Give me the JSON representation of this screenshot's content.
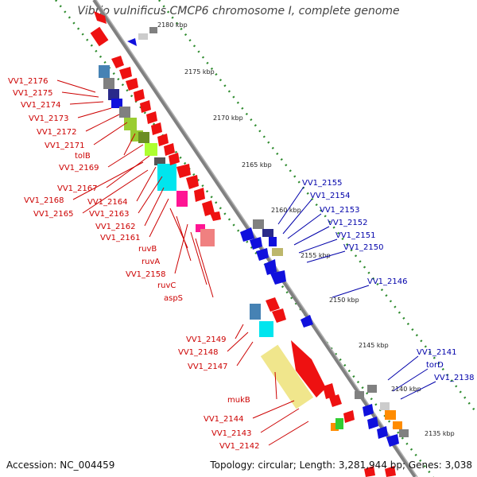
{
  "title": "Vibrio vulnificus CMCP6 chromosome I, complete genome",
  "footer": {
    "accession": "Accession: NC_004459",
    "summary": "Topology: circular; Length: 3,281,944 bp; Genes: 3,038"
  },
  "colors": {
    "backbone": "#808080",
    "tick_dots": "#2e8b2e",
    "label_red": "#cc0000",
    "label_blue": "#0000aa",
    "gene_red": "#ee1111",
    "gene_blue": "#1010dd"
  },
  "ticks": [
    "2180 kbp",
    "2175 kbp",
    "2170 kbp",
    "2165 kbp",
    "2160 kbp",
    "2155 kbp",
    "2150 kbp",
    "2145 kbp",
    "2140 kbp",
    "2135 kbp"
  ],
  "labels_left": [
    "VV1_2176",
    "VV1_2175",
    "VV1_2174",
    "VV1_2173",
    "VV1_2172",
    "VV1_2171",
    "tolB",
    "VV1_2169",
    "VV1_2167",
    "VV1_2168",
    "VV1_2164",
    "VV1_2165",
    "VV1_2163",
    "VV1_2162",
    "VV1_2161",
    "ruvB",
    "ruvA",
    "VV1_2158",
    "ruvC",
    "aspS",
    "VV1_2149",
    "VV1_2148",
    "VV1_2147",
    "mukB",
    "VV1_2144",
    "VV1_2143",
    "VV1_2142"
  ],
  "labels_right": [
    "VV1_2155",
    "VV1_2154",
    "VV1_2153",
    "VV1_2152",
    "VV1_2151",
    "VV1_2150",
    "VV1_2146",
    "VV1_2141",
    "torD",
    "VV1_2138"
  ]
}
